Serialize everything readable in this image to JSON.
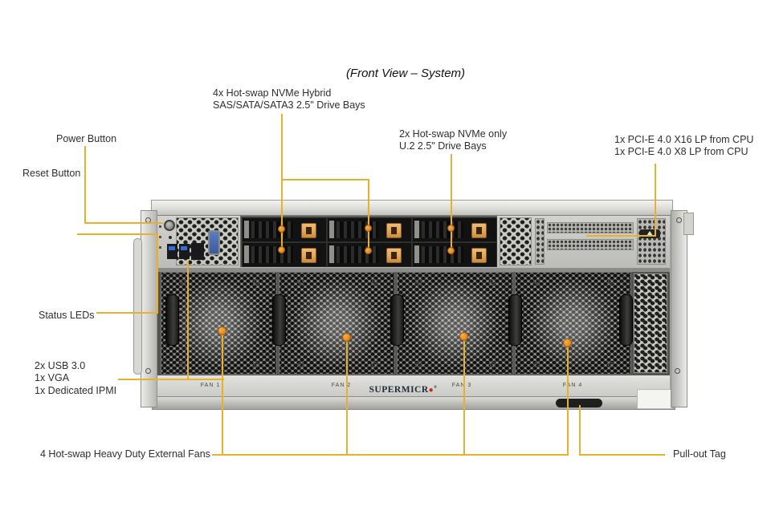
{
  "title": "(Front View – System)",
  "callouts": {
    "power_button": {
      "label": "Power Button"
    },
    "reset_button": {
      "label": "Reset Button"
    },
    "hybrid_bays": {
      "lines": [
        "4x Hot-swap NVMe Hybrid",
        "SAS/SATA/SATA3 2.5\" Drive Bays"
      ]
    },
    "nvme_bays": {
      "lines": [
        "2x Hot-swap NVMe only",
        "U.2 2.5\" Drive Bays"
      ]
    },
    "pcie": {
      "lines": [
        "1x PCI-E 4.0 X16 LP from CPU",
        "1x PCI-E 4.0 X8 LP from CPU"
      ]
    },
    "status_leds": {
      "label": "Status LEDs"
    },
    "front_io": {
      "lines": [
        "2x USB 3.0",
        "1x VGA",
        "1x Dedicated IPMI"
      ]
    },
    "fans": {
      "label": "4 Hot-swap Heavy Duty External Fans"
    },
    "pull_out_tag": {
      "label": "Pull-out Tag"
    }
  },
  "chassis": {
    "fan_labels": [
      "FAN 1",
      "FAN 2",
      "FAN 3",
      "FAN 4"
    ],
    "logo_text": "SUPERMICR",
    "logo_dot": "●",
    "logo_reg": "®"
  },
  "colors": {
    "callout_line": "#E8B02C",
    "callout_dot": "#ED8F1C",
    "latch_orange": "#E2A558",
    "logo_navy": "#1E2A3A",
    "logo_red": "#CC2418"
  }
}
